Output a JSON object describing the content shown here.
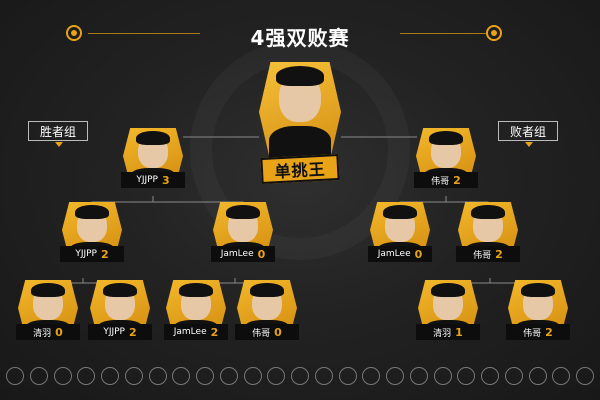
{
  "page": {
    "title": "4强双败赛",
    "winners_bracket_label": "胜者组",
    "losers_bracket_label": "败者组",
    "champion_label": "单挑王"
  },
  "colors": {
    "accent": "#e8a317",
    "background": "#1c1c1c",
    "tile": "#f3b82a"
  },
  "winners": {
    "final": {
      "name": "YJJPP",
      "score": "3"
    },
    "semi_a": {
      "name": "YJJPP",
      "score": "2"
    },
    "semi_b": {
      "name": "JamLee",
      "score": "0"
    },
    "r1_a": {
      "name": "清羽",
      "score": "0"
    },
    "r1_b": {
      "name": "YJJPP",
      "score": "2"
    },
    "r1_c": {
      "name": "JamLee",
      "score": "2"
    },
    "r1_d": {
      "name": "伟哥",
      "score": "0"
    }
  },
  "losers": {
    "final": {
      "name": "伟哥",
      "score": "2"
    },
    "semi_a": {
      "name": "JamLee",
      "score": "0"
    },
    "semi_b": {
      "name": "伟哥",
      "score": "2"
    },
    "r1_a": {
      "name": "清羽",
      "score": "1"
    },
    "r1_b": {
      "name": "伟哥",
      "score": "2"
    }
  },
  "hero_icons": [
    "hero-icon-1",
    "hero-icon-2",
    "hero-icon-3",
    "hero-icon-4",
    "hero-icon-5",
    "hero-icon-6",
    "hero-icon-7",
    "hero-icon-8",
    "hero-icon-9",
    "hero-icon-10",
    "hero-icon-11",
    "hero-icon-12",
    "hero-icon-13",
    "hero-icon-14",
    "hero-icon-15",
    "hero-icon-16",
    "hero-icon-17",
    "hero-icon-18",
    "hero-icon-19",
    "hero-icon-20",
    "hero-icon-21",
    "hero-icon-22",
    "hero-icon-23",
    "hero-icon-24",
    "hero-icon-25"
  ]
}
